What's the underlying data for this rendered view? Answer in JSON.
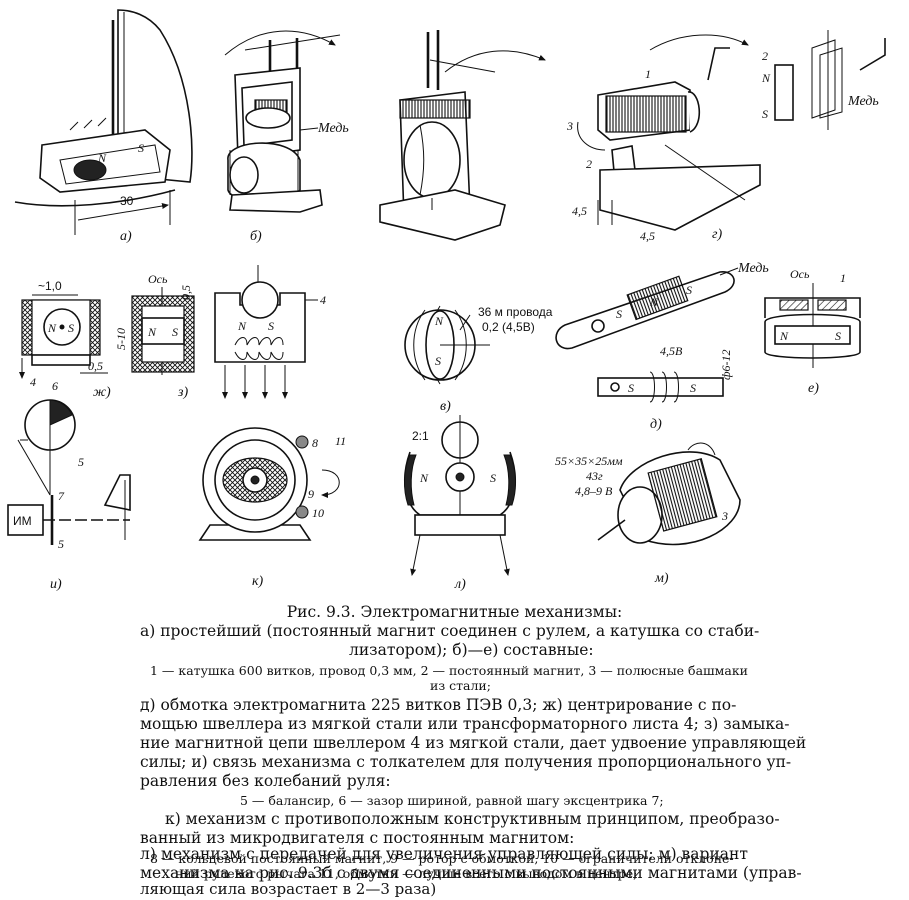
{
  "figure": {
    "labels": {
      "a": "а)",
      "b": "б)",
      "v": "в)",
      "g": "г)",
      "d": "д)",
      "e": "е)",
      "zh": "ж)",
      "z": "з)",
      "i": "и)",
      "k": "к)",
      "l": "л)",
      "m": "м)"
    },
    "annotations": {
      "copper_b": "Медь",
      "copper_g": "Медь",
      "copper_d": "Медь",
      "axis_z": "Ось",
      "axis_e": "Ось",
      "dim_30": "30",
      "dim_4_5_left": "4,5",
      "dim_4_5_right": "4,5",
      "dim_1_0": "~1,0",
      "dim_0_5_zh": "0,5",
      "dim_0_5_z": "0,5",
      "dim_5_10": "5-10",
      "wire_v_line1": "36 м провода",
      "wire_v_line2": "0,2 (4,5В)",
      "volt_d": "4,5В",
      "dia_d": "ф6-12",
      "ratio_l": "2:1",
      "im": "ИМ",
      "m_line1": "55×35×25мм",
      "m_line2": "43г",
      "m_line3": "4,8–9 В",
      "n": "N",
      "s": "S",
      "num_1": "1",
      "num_2": "2",
      "num_3": "3",
      "num_4": "4",
      "num_5": "5",
      "num_6": "6",
      "num_7": "7",
      "num_8": "8",
      "num_9": "9",
      "num_10": "10",
      "num_11": "11"
    }
  },
  "caption": {
    "title": "Рис. 9.3. Электромагнитные механизмы:",
    "a_line1": "а) простейший (постоянный магнит соединен с рулем, а катушка со стаби-",
    "a_line2": "лизатором); б)—е) составные:",
    "legend1_line1": "1 — катушка 600 витков, провод 0,3 мм, 2 — постоянный магнит, 3 — полюсные башмаки",
    "legend1_line2": "из стали;",
    "d_line1": "д) обмотка электромагнита 225 витков ПЭВ 0,3; ж) центрирование с по-",
    "d_line2": "мощью швеллера из мягкой стали или трансформаторного листа 4; з) замыка-",
    "d_line3": "ние магнитной цепи швеллером 4 из мягкой стали, дает удвоение управляющей",
    "d_line4": "силы; и) связь механизма с толкателем для получения пропорционального уп-",
    "d_line5": "равления без колебаний руля:",
    "legend2": "5 — балансир, 6 — зазор шириной, равной шагу эксцентрика 7;",
    "k_line1": "к) механизм с противоположным конструктивным принципом, преобразо-",
    "k_line2": "ванный из микродвигателя с постоянным магнитом:",
    "legend3_line1": "8 — кольцевой постоянный магнит, 9 — ротор с обмоткой, 10 — ограничители отклоне-",
    "legend3_line2": "ний рулевого рычага 11, обмотки — лучше всего с выводом в центре;",
    "l_line1": "л) механизм с передачей для увеличения управляющей силы; м) вариант",
    "l_line2": "механизма на рис. 9.3б с двумя соединенными постоянными магнитами (управ-",
    "l_line3": "ляющая сила возрастает в 2—3 раза)"
  }
}
